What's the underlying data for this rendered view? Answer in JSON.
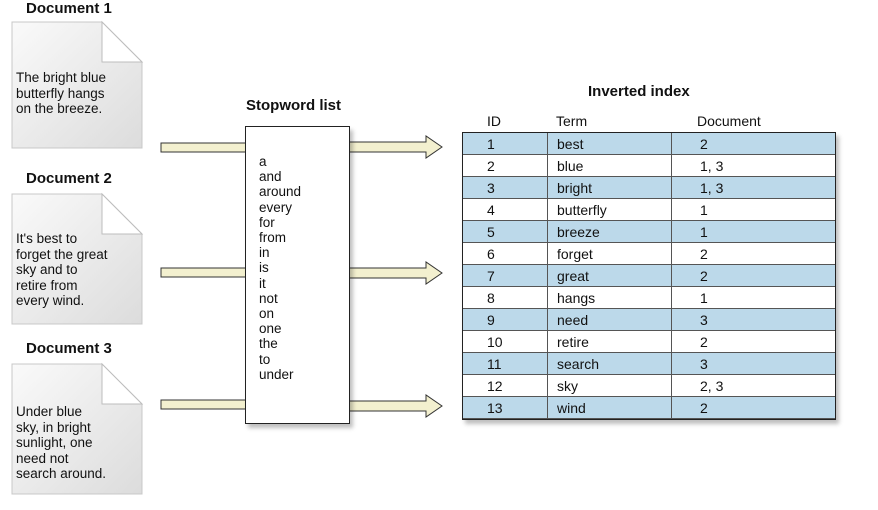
{
  "documents": [
    {
      "title": "Document 1",
      "text": "The bright blue\nbutterfly hangs\non the breeze."
    },
    {
      "title": "Document 2",
      "text": "It's best to\nforget the great\nsky and to\nretire from\nevery wind."
    },
    {
      "title": "Document 3",
      "text": "Under blue\nsky, in bright\nsunlight, one\nneed not\nsearch around."
    }
  ],
  "stopword_list": {
    "title": "Stopword list",
    "words": [
      "a",
      "and",
      "around",
      "every",
      "for",
      "from",
      "in",
      "is",
      "it",
      "not",
      "on",
      "one",
      "the",
      "to",
      "under"
    ]
  },
  "inverted_index": {
    "title": "Inverted index",
    "headers": {
      "id": "ID",
      "term": "Term",
      "document": "Document"
    },
    "rows": [
      {
        "id": "1",
        "term": "best",
        "docs": "2"
      },
      {
        "id": "2",
        "term": "blue",
        "docs": "1, 3"
      },
      {
        "id": "3",
        "term": "bright",
        "docs": "1, 3"
      },
      {
        "id": "4",
        "term": "butterfly",
        "docs": "1"
      },
      {
        "id": "5",
        "term": "breeze",
        "docs": "1"
      },
      {
        "id": "6",
        "term": "forget",
        "docs": "2"
      },
      {
        "id": "7",
        "term": "great",
        "docs": "2"
      },
      {
        "id": "8",
        "term": "hangs",
        "docs": "1"
      },
      {
        "id": "9",
        "term": "need",
        "docs": "3"
      },
      {
        "id": "10",
        "term": "retire",
        "docs": "2"
      },
      {
        "id": "11",
        "term": "search",
        "docs": "3"
      },
      {
        "id": "12",
        "term": "sky",
        "docs": "2, 3"
      },
      {
        "id": "13",
        "term": "wind",
        "docs": "2"
      }
    ]
  },
  "colors": {
    "row_shade": "#bcd9ea",
    "arrow_fill": "#f3f0cf"
  }
}
